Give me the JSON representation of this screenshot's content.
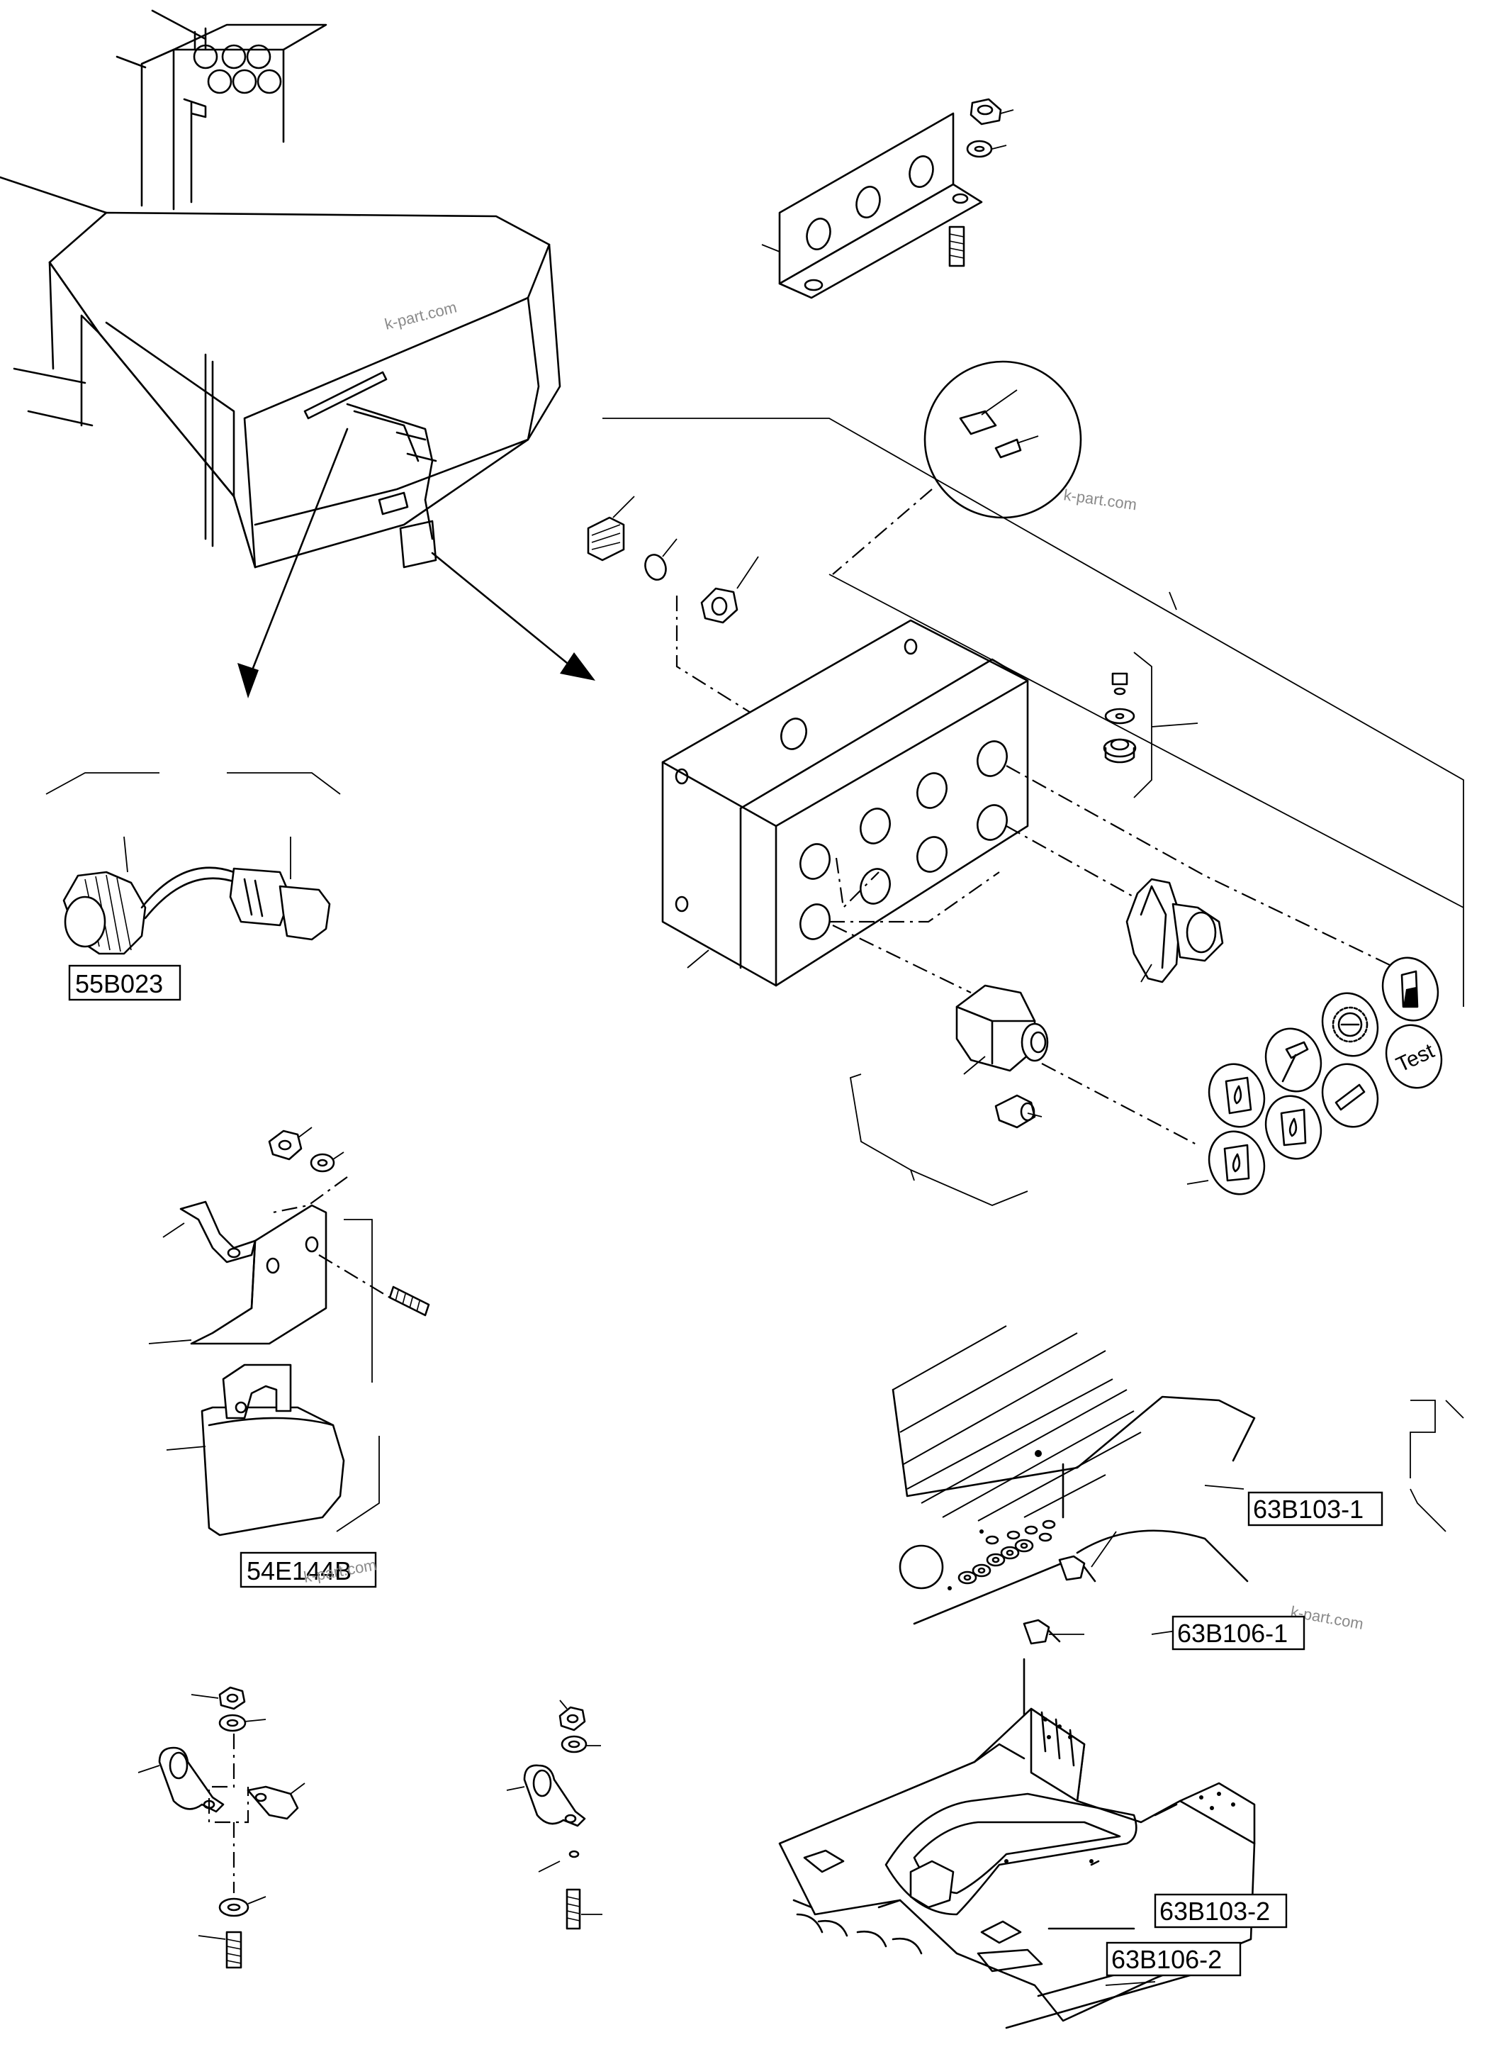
{
  "diagram": {
    "references": [
      {
        "id": "ref-55b023",
        "label": "55B023"
      },
      {
        "id": "ref-54e144b",
        "label": "54E144B"
      },
      {
        "id": "ref-63b103-1",
        "label": "63B103-1"
      },
      {
        "id": "ref-63b106-1",
        "label": "63B106-1"
      },
      {
        "id": "ref-63b103-2",
        "label": "63B103-2"
      },
      {
        "id": "ref-63b106-2",
        "label": "63B106-2"
      }
    ],
    "watermark": "k-part.com",
    "icon_labels": {
      "test": "Test"
    }
  }
}
